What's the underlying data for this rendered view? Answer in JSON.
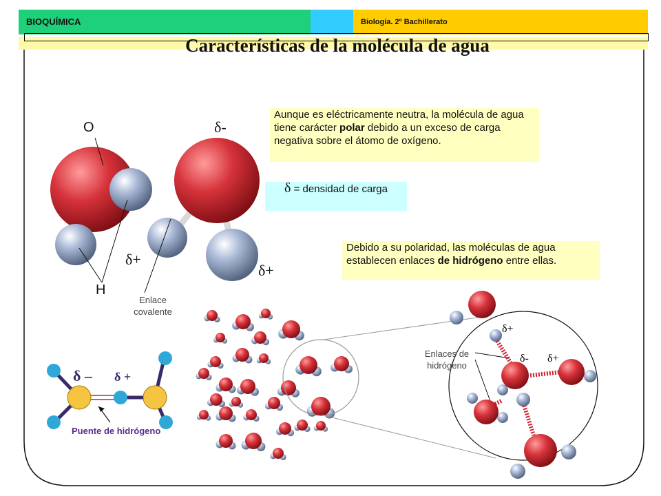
{
  "header": {
    "subject": "BIOQUÍMICA",
    "course": "Biología. 2º Bachillerato"
  },
  "title": "Características de la molécula de agua",
  "labels": {
    "oxygen": "O",
    "hydrogen": "H",
    "delta_minus": "δ-",
    "delta_plus_1": "δ+",
    "delta_plus_2": "δ+",
    "covalent_line1": "Enlace",
    "covalent_line2": "covalente"
  },
  "box1": {
    "part1": "Aunque es eléctricamente neutra, la molécula de agua tiene carácter ",
    "bold": "polar",
    "part2": " debido a un exceso de carga negativa sobre el átomo de oxígeno."
  },
  "box2": {
    "delta": "δ",
    "text": " = densidad de carga"
  },
  "box3": {
    "part1": "Debido a su polaridad, las moléculas de agua establecen enlaces ",
    "bold": "de hidrógeno",
    "part2": " entre ellas."
  },
  "hbond_diagram": {
    "delta_minus": "δ –",
    "delta_plus": "δ +",
    "caption": "Puente de hidrógeno"
  },
  "zoom": {
    "label_line1": "Enlaces de",
    "label_line2": "hidrógeno",
    "delta_plus_top": "δ+",
    "delta_minus": "δ-",
    "delta_plus_right": "δ+"
  },
  "colors": {
    "header_green": "#1fd07a",
    "header_cyan": "#33ccff",
    "header_yellow": "#ffcc00",
    "oxygen": "#d6323a",
    "hydrogen": "#a9b9d6",
    "box_yellow": "#ffffc0",
    "box_cyan": "#ccffff"
  }
}
